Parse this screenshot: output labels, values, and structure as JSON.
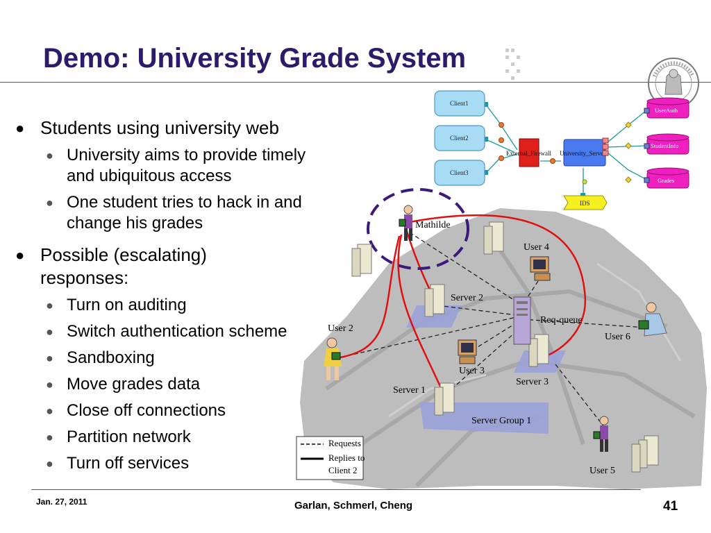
{
  "slide": {
    "title": "Demo: University Grade System",
    "footer": {
      "date": "Jan. 27, 2011",
      "authors": "Garlan, Schmerl, Cheng",
      "page": "41"
    }
  },
  "bullets": [
    {
      "text": "Students using university web",
      "sub": [
        "University aims to provide timely and ubiquitous access",
        "One student tries to hack in and change his grades"
      ]
    },
    {
      "text": "Possible (escalating) responses:",
      "sub": [
        "Turn on auditing",
        "Switch authentication scheme",
        "Sandboxing",
        "Move grades data",
        "Close off connections",
        "Partition network",
        "Turn off services"
      ]
    }
  ],
  "architecture": {
    "clients": [
      "Client1",
      "Client2",
      "Client3"
    ],
    "firewall": "External_Firewall",
    "server": "University_Server",
    "ids": "IDS",
    "databases": [
      "UserAuth",
      "StudentInfo",
      "Grades"
    ]
  },
  "network": {
    "labels": {
      "mathilde": "Mathilde",
      "user4": "User 4",
      "server2": "Server 2",
      "reqqueue": "Req-queue",
      "user2": "User 2",
      "user6": "User 6",
      "user3": "User 3",
      "server3": "Server 3",
      "server1": "Server 1",
      "servergroup": "Server Group 1",
      "user5": "User 5"
    },
    "legend": {
      "requests": "Requests",
      "replies_line1": "Replies to",
      "replies_line2": "Client 2"
    }
  },
  "colors": {
    "title": "#2c1a6b",
    "client_fill": "#a8dcf5",
    "firewall": "#e0201a",
    "server_fill": "#4a7af0",
    "db_fill": "#f020c0",
    "ids_fill": "#f7f020",
    "reply_line": "#e01010",
    "highlight_circle": "#3a1a7a"
  }
}
